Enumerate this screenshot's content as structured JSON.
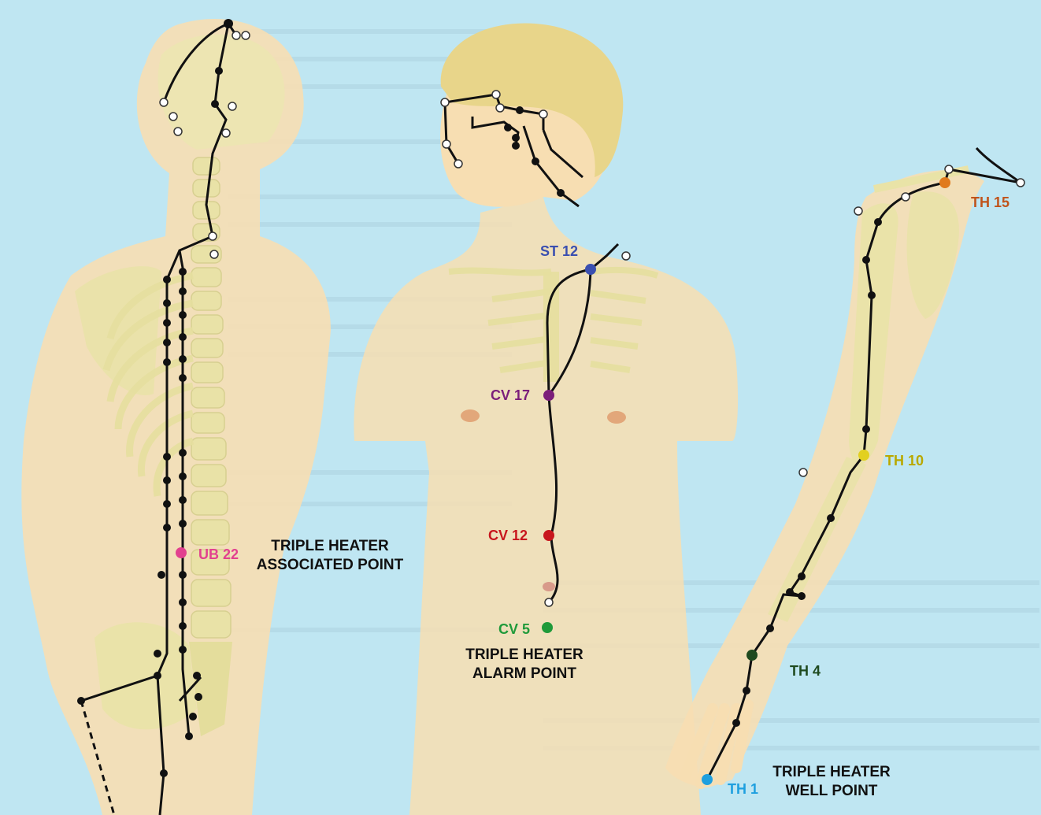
{
  "colors": {
    "background": "#bfe6f2",
    "skin": "#f7deb2",
    "bone": "#e9e3a7",
    "meridian": "#111111",
    "st12": "#3a4fb0",
    "cv17": "#7b1e7a",
    "cv12": "#c8161d",
    "cv5": "#1f9a3a",
    "ub22": "#e2418f",
    "th15": "#e07a1e",
    "th10": "#b9a800",
    "th4": "#1f4a1f",
    "th1": "#1e9fdf"
  },
  "points": {
    "st12": "ST 12",
    "cv17": "CV 17",
    "cv12": "CV 12",
    "cv5": "CV 5",
    "ub22": "UB 22",
    "th15": "TH 15",
    "th10": "TH 10",
    "th4": "TH 4",
    "th1": "TH 1"
  },
  "captions": {
    "associated": [
      "TRIPLE HEATER",
      "ASSOCIATED POINT"
    ],
    "alarm": [
      "TRIPLE HEATER",
      "ALARM POINT"
    ],
    "well": [
      "TRIPLE HEATER",
      "WELL POINT"
    ]
  }
}
